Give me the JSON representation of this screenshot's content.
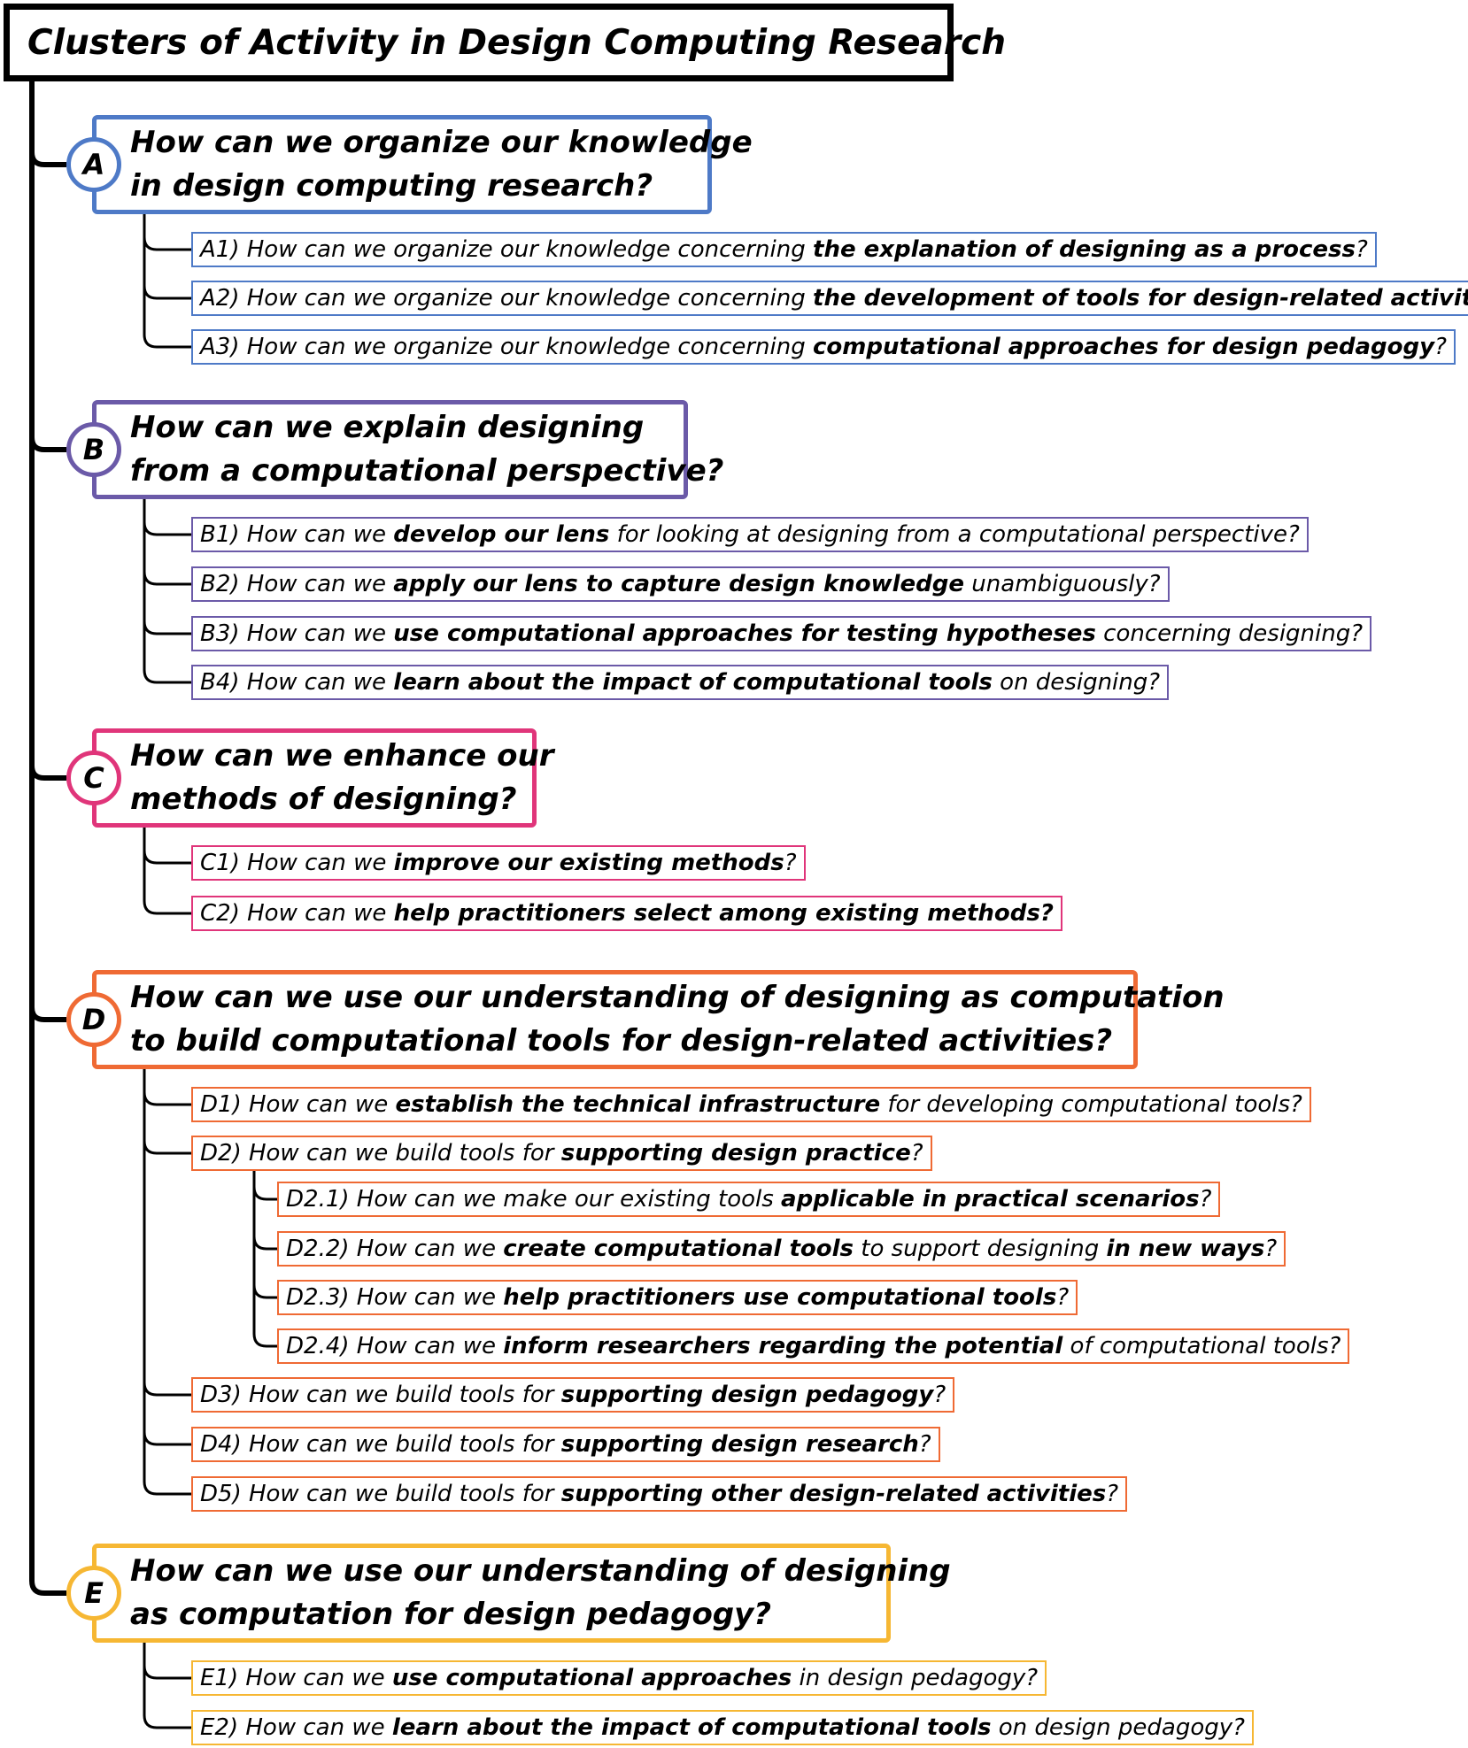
{
  "title": "Clusters of Activity in Design Computing Research",
  "colors": {
    "trunk": "#000000",
    "A": "#4e7ac7",
    "B": "#6b5aa8",
    "C": "#e0357a",
    "D": "#ef6a34",
    "E": "#f6b733"
  },
  "clusters": [
    {
      "letter": "A",
      "question_lines": [
        "How can we organize our knowledge",
        "in design computing research?"
      ],
      "items": [
        {
          "parts": [
            {
              "t": "A1) How can we organize our knowledge concerning ",
              "b": false
            },
            {
              "t": "the explanation of designing as a process",
              "b": true
            },
            {
              "t": "?",
              "b": false
            }
          ]
        },
        {
          "parts": [
            {
              "t": "A2) How can we organize our knowledge concerning ",
              "b": false
            },
            {
              "t": "the development of tools for design-related activity",
              "b": true
            },
            {
              "t": "?",
              "b": false
            }
          ]
        },
        {
          "parts": [
            {
              "t": "A3) How can we organize our knowledge concerning ",
              "b": false
            },
            {
              "t": "computational approaches for design pedagogy",
              "b": true
            },
            {
              "t": "?",
              "b": false
            }
          ]
        }
      ]
    },
    {
      "letter": "B",
      "question_lines": [
        "How can we explain designing",
        "from a computational perspective?"
      ],
      "items": [
        {
          "parts": [
            {
              "t": "B1) How can we ",
              "b": false
            },
            {
              "t": "develop our lens",
              "b": true
            },
            {
              "t": " for looking at designing from a computational perspective?",
              "b": false
            }
          ]
        },
        {
          "parts": [
            {
              "t": "B2) How can we ",
              "b": false
            },
            {
              "t": "apply our lens to capture design knowledge",
              "b": true
            },
            {
              "t": " unambiguously?",
              "b": false
            }
          ]
        },
        {
          "parts": [
            {
              "t": "B3) How can we ",
              "b": false
            },
            {
              "t": "use computational approaches for testing hypotheses",
              "b": true
            },
            {
              "t": " concerning designing?",
              "b": false
            }
          ]
        },
        {
          "parts": [
            {
              "t": "B4) How can we ",
              "b": false
            },
            {
              "t": "learn about the impact of computational tools",
              "b": true
            },
            {
              "t": " on designing?",
              "b": false
            }
          ]
        }
      ]
    },
    {
      "letter": "C",
      "question_lines": [
        "How can we enhance our",
        "methods of designing?"
      ],
      "items": [
        {
          "parts": [
            {
              "t": "C1) How can we ",
              "b": false
            },
            {
              "t": "improve our existing methods",
              "b": true
            },
            {
              "t": "?",
              "b": false
            }
          ]
        },
        {
          "parts": [
            {
              "t": "C2) How can we ",
              "b": false
            },
            {
              "t": "help practitioners select among existing methods?",
              "b": true
            }
          ]
        }
      ]
    },
    {
      "letter": "D",
      "question_lines": [
        "How can we use our understanding of designing as computation",
        "to build computational tools for design-related activities?"
      ],
      "items": [
        {
          "parts": [
            {
              "t": "D1) How can we ",
              "b": false
            },
            {
              "t": "establish the technical infrastructure",
              "b": true
            },
            {
              "t": " for developing computational tools?",
              "b": false
            }
          ]
        },
        {
          "parts": [
            {
              "t": "D2) How can we build tools for ",
              "b": false
            },
            {
              "t": "supporting design practice",
              "b": true
            },
            {
              "t": "?",
              "b": false
            }
          ]
        },
        {
          "parts": [
            {
              "t": "D2.1) How can we make our existing tools ",
              "b": false
            },
            {
              "t": "applicable in practical scenarios",
              "b": true
            },
            {
              "t": "?",
              "b": false
            }
          ]
        },
        {
          "parts": [
            {
              "t": "D2.2) How can we ",
              "b": false
            },
            {
              "t": "create computational tools",
              "b": true
            },
            {
              "t": " to support designing ",
              "b": false
            },
            {
              "t": "in new ways",
              "b": true
            },
            {
              "t": "?",
              "b": false
            }
          ]
        },
        {
          "parts": [
            {
              "t": "D2.3) How can we ",
              "b": false
            },
            {
              "t": "help practitioners use computational tools",
              "b": true
            },
            {
              "t": "?",
              "b": false
            }
          ]
        },
        {
          "parts": [
            {
              "t": "D2.4) How can we ",
              "b": false
            },
            {
              "t": "inform researchers regarding the potential",
              "b": true
            },
            {
              "t": " of computational tools?",
              "b": false
            }
          ]
        },
        {
          "parts": [
            {
              "t": "D3) How can we build tools for ",
              "b": false
            },
            {
              "t": "supporting design pedagogy",
              "b": true
            },
            {
              "t": "?",
              "b": false
            }
          ]
        },
        {
          "parts": [
            {
              "t": "D4) How can we build tools for ",
              "b": false
            },
            {
              "t": "supporting design research",
              "b": true
            },
            {
              "t": "?",
              "b": false
            }
          ]
        },
        {
          "parts": [
            {
              "t": "D5) How can we build tools for ",
              "b": false
            },
            {
              "t": "supporting other design-related activities",
              "b": true
            },
            {
              "t": "?",
              "b": false
            }
          ]
        }
      ]
    },
    {
      "letter": "E",
      "question_lines": [
        "How can we use our understanding of designing",
        "as computation for design pedagogy?"
      ],
      "items": [
        {
          "parts": [
            {
              "t": "E1) How can we ",
              "b": false
            },
            {
              "t": "use computational approaches",
              "b": true
            },
            {
              "t": " in design pedagogy?",
              "b": false
            }
          ]
        },
        {
          "parts": [
            {
              "t": "E2) How can we ",
              "b": false
            },
            {
              "t": "learn about the impact of computational tools",
              "b": true
            },
            {
              "t": " on design pedagogy?",
              "b": false
            }
          ]
        }
      ]
    }
  ]
}
